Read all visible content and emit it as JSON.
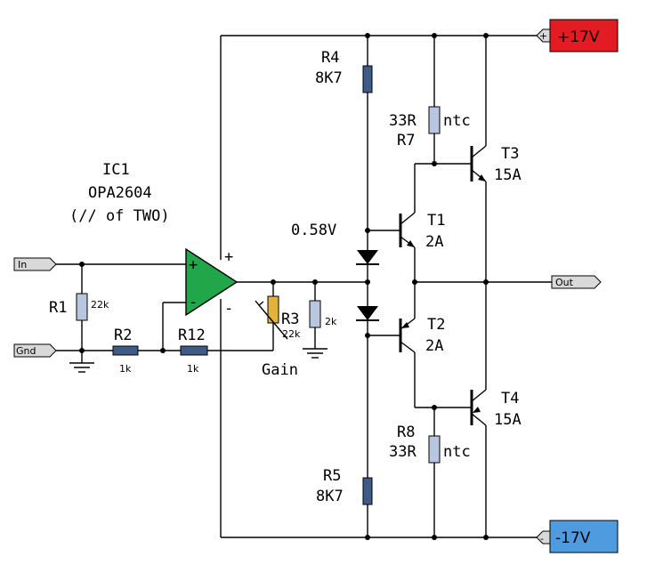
{
  "ic": {
    "ref": "IC1",
    "part": "OPA2604",
    "note": "(// of TWO)",
    "plus": "+",
    "minus": "-"
  },
  "ports": {
    "in": "In",
    "gnd": "Gnd",
    "out": "Out"
  },
  "rails": {
    "pos": {
      "label": "+17V",
      "pin": "+",
      "color": "#e31b23"
    },
    "neg": {
      "label": "-17V",
      "pin": "-",
      "color": "#4f9be0"
    }
  },
  "resistors": {
    "r1": {
      "ref": "R1",
      "value": "22k"
    },
    "r2": {
      "ref": "R2",
      "value": "1k"
    },
    "r12": {
      "ref": "R12",
      "value": "1k"
    },
    "r3": {
      "ref": "R3",
      "value": "22k",
      "function": "Gain"
    },
    "r2k": {
      "value": "2k"
    },
    "r4": {
      "ref": "R4",
      "value": "8K7"
    },
    "r5": {
      "ref": "R5",
      "value": "8K7"
    },
    "r7": {
      "ref": "R7",
      "value": "33R",
      "type": "ntc"
    },
    "r8": {
      "ref": "R8",
      "value": "33R",
      "type": "ntc"
    }
  },
  "transistors": {
    "t1": {
      "ref": "T1",
      "rating": "2A"
    },
    "t2": {
      "ref": "T2",
      "rating": "2A"
    },
    "t3": {
      "ref": "T3",
      "rating": "15A"
    },
    "t4": {
      "ref": "T4",
      "rating": "15A"
    }
  },
  "bias_voltage": "0.58V",
  "colors": {
    "opamp": "#22a64a",
    "resistor": "#b8c6e0",
    "resistor_small": "#3f5a87",
    "pot": "#e2b23a",
    "wire": "#000000"
  }
}
